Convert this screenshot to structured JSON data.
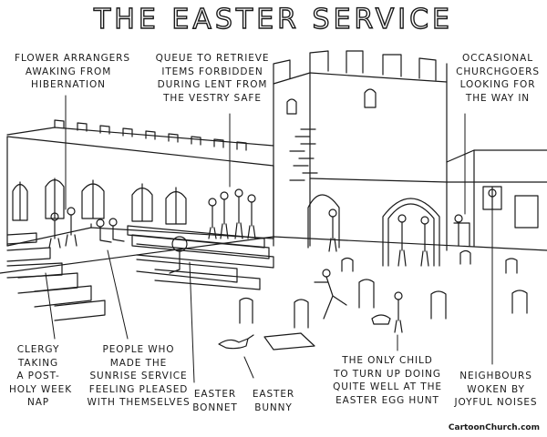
{
  "title": "The Easter Service",
  "labels": {
    "flower_arrangers": [
      "Flower arrangers",
      "awaking from",
      "hibernation"
    ],
    "queue": [
      "Queue to retrieve",
      "items forbidden",
      "during Lent from",
      "the vestry safe"
    ],
    "churchgoers": [
      "Occasional",
      "churchgoers",
      "looking for",
      "the way in"
    ],
    "clergy": [
      "Clergy",
      "taking",
      "a post-",
      "holy week",
      "nap"
    ],
    "sunrise": [
      "People who",
      "made the",
      "sunrise service",
      "feeling pleased",
      "with themselves"
    ],
    "bonnet": [
      "Easter",
      "bonnet"
    ],
    "bunny": [
      "Easter",
      "bunny"
    ],
    "only_child": [
      "The only child",
      "to turn up doing",
      "quite well at the",
      "Easter egg hunt"
    ],
    "neighbours": [
      "Neighbours",
      "woken by",
      "joyful noises"
    ]
  },
  "credit": "CartoonChurch.com"
}
